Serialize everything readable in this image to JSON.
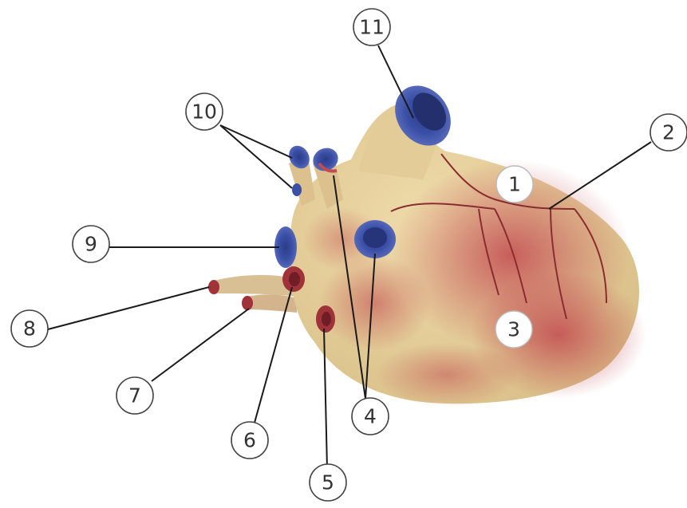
{
  "labels": {
    "l1": "1",
    "l2": "2",
    "l3": "3",
    "l4": "4",
    "l5": "5",
    "l6": "6",
    "l7": "7",
    "l8": "8",
    "l9": "9",
    "l10": "10",
    "l11": "11"
  },
  "colors": {
    "tissue": "#e6cf9a",
    "muscle_red": "#c04a4a",
    "vessel_blue": "#3a4fa6",
    "vessel_dark_red": "#a0323a"
  }
}
